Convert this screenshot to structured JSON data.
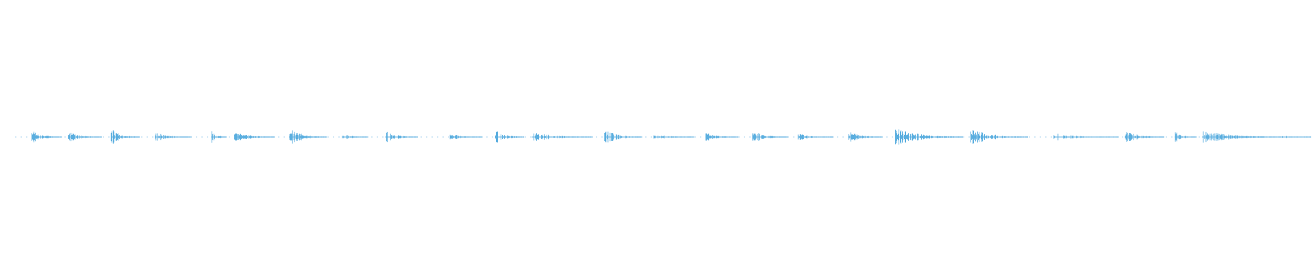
{
  "waveform": {
    "color": "#5aaedf",
    "background": "#ffffff",
    "duration_fraction_covered": 1.0,
    "bursts": [
      {
        "start": 0.013,
        "end": 0.036,
        "peak": 0.6,
        "density": 0.9
      },
      {
        "start": 0.041,
        "end": 0.067,
        "peak": 0.45,
        "density": 0.7
      },
      {
        "start": 0.074,
        "end": 0.096,
        "peak": 0.7,
        "density": 0.8
      },
      {
        "start": 0.108,
        "end": 0.136,
        "peak": 0.4,
        "density": 0.7
      },
      {
        "start": 0.151,
        "end": 0.163,
        "peak": 0.65,
        "density": 0.6
      },
      {
        "start": 0.169,
        "end": 0.2,
        "peak": 0.5,
        "density": 0.8
      },
      {
        "start": 0.211,
        "end": 0.24,
        "peak": 0.75,
        "density": 0.8
      },
      {
        "start": 0.252,
        "end": 0.272,
        "peak": 0.35,
        "density": 0.6
      },
      {
        "start": 0.285,
        "end": 0.31,
        "peak": 0.55,
        "density": 0.6
      },
      {
        "start": 0.335,
        "end": 0.36,
        "peak": 0.3,
        "density": 0.7
      },
      {
        "start": 0.37,
        "end": 0.392,
        "peak": 0.6,
        "density": 0.7
      },
      {
        "start": 0.398,
        "end": 0.445,
        "peak": 0.45,
        "density": 0.6
      },
      {
        "start": 0.454,
        "end": 0.483,
        "peak": 0.7,
        "density": 0.6
      },
      {
        "start": 0.492,
        "end": 0.523,
        "peak": 0.3,
        "density": 0.6
      },
      {
        "start": 0.532,
        "end": 0.557,
        "peak": 0.4,
        "density": 0.6
      },
      {
        "start": 0.568,
        "end": 0.595,
        "peak": 0.55,
        "density": 0.7
      },
      {
        "start": 0.603,
        "end": 0.63,
        "peak": 0.3,
        "density": 0.7
      },
      {
        "start": 0.642,
        "end": 0.668,
        "peak": 0.5,
        "density": 0.8
      },
      {
        "start": 0.678,
        "end": 0.73,
        "peak": 0.8,
        "density": 0.8
      },
      {
        "start": 0.736,
        "end": 0.78,
        "peak": 0.7,
        "density": 0.7
      },
      {
        "start": 0.8,
        "end": 0.85,
        "peak": 0.35,
        "density": 0.4
      },
      {
        "start": 0.855,
        "end": 0.885,
        "peak": 0.5,
        "density": 0.7
      },
      {
        "start": 0.893,
        "end": 0.91,
        "peak": 0.5,
        "density": 0.6
      },
      {
        "start": 0.914,
        "end": 0.975,
        "peak": 0.6,
        "density": 0.7
      },
      {
        "start": 0.975,
        "end": 0.998,
        "peak": 0.15,
        "density": 0.3
      }
    ]
  }
}
